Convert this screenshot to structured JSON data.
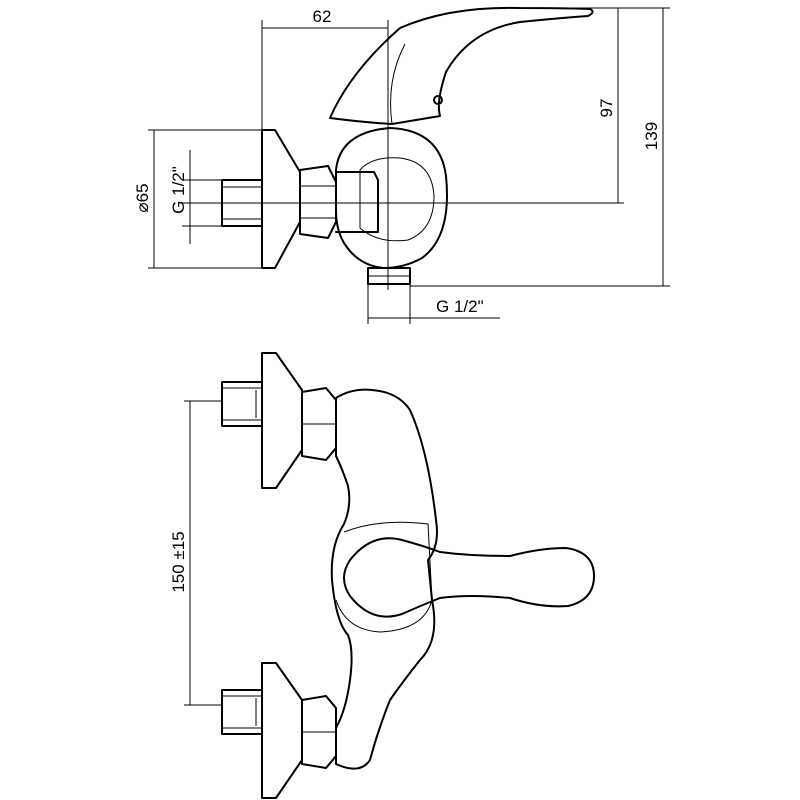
{
  "dimensions": {
    "width_top": "62",
    "height_spout": "97",
    "height_total": "139",
    "diameter_flange": "⌀65",
    "thread_inlet": "G 1/2\"",
    "thread_outlet": "G 1/2\"",
    "centers": "150 ±15"
  }
}
